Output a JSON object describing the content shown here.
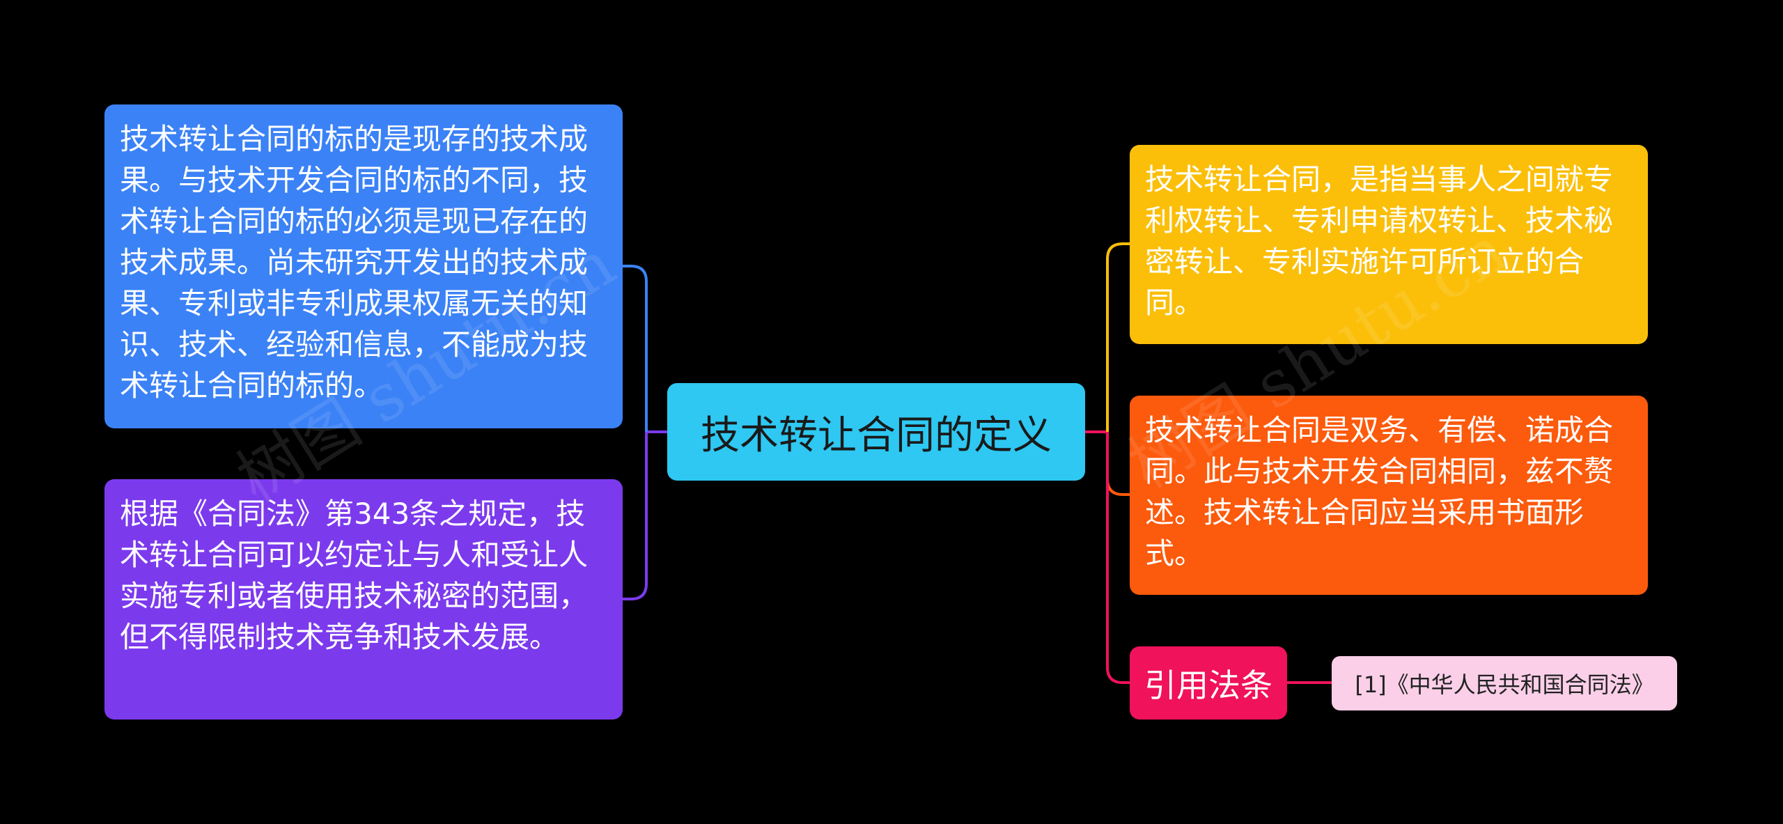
{
  "center": {
    "label": "技术转让合同的定义"
  },
  "left": [
    {
      "text": "技术转让合同的标的是现存的技术成果。与技术开发合同的标的不同，技术转让合同的标的必须是现已存在的技术成果。尚未研究开发出的技术成果、专利或非专利成果权属无关的知识、技术、经验和信息，不能成为技术转让合同的标的。",
      "color": "#3b82f6"
    },
    {
      "text": "根据《合同法》第343条之规定，技术转让合同可以约定让与人和受让人实施专利或者使用技术秘密的范围，但不得限制技术竞争和技术发展。",
      "color": "#7c3aed"
    }
  ],
  "right": [
    {
      "text": "技术转让合同，是指当事人之间就专利权转让、专利申请权转让、技术秘密转让、专利实施许可所订立的合同。",
      "color": "#fbbf0a"
    },
    {
      "text": "技术转让合同是双务、有偿、诺成合同。此与技术开发合同相同，兹不赘述。技术转让合同应当采用书面形式。",
      "color": "#fc5a0c"
    },
    {
      "text": "引用法条",
      "color": "#f0125a",
      "child": "[1]《中华人民共和国合同法》"
    }
  ],
  "watermark": "树图 shutu.cn",
  "center_color": "#2ec8f2"
}
